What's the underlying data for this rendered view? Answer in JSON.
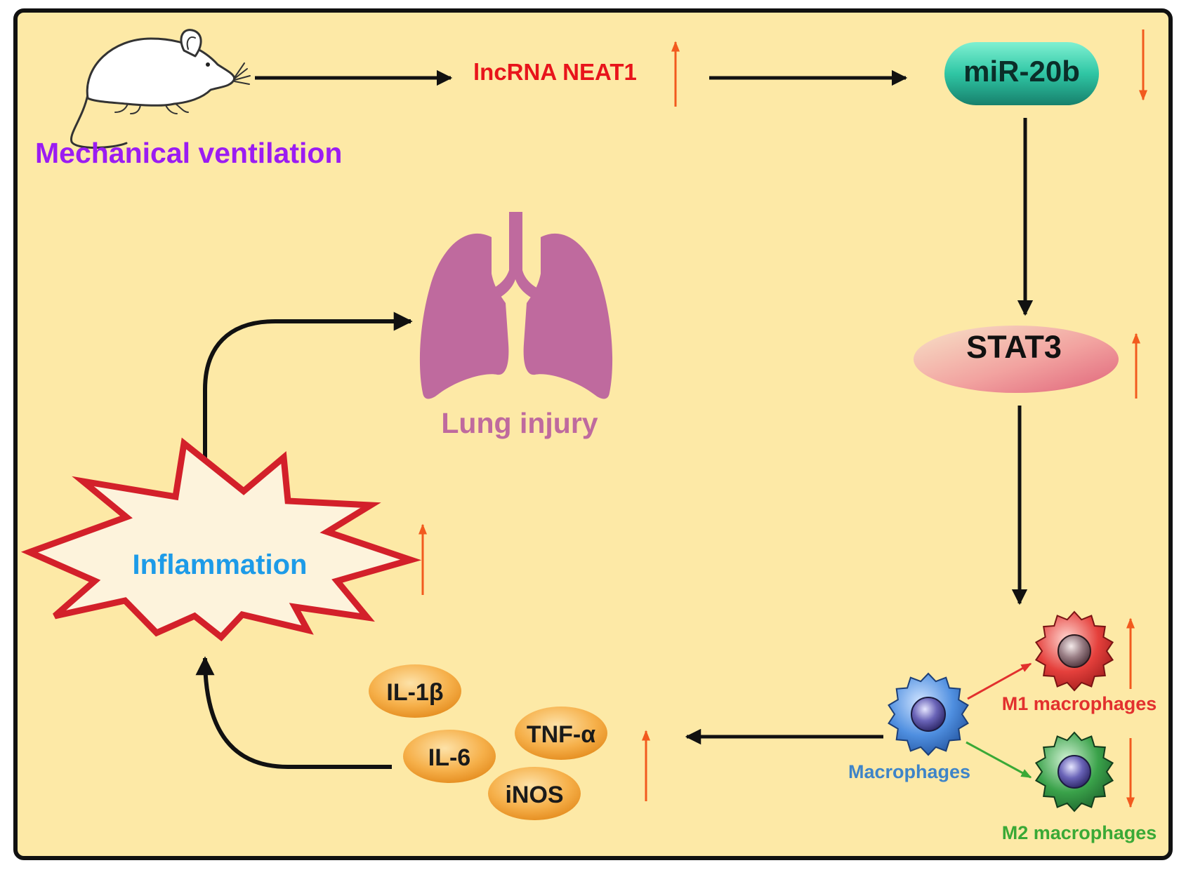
{
  "labels": {
    "mechanical_ventilation": "Mechanical ventilation",
    "lncrna": "lncRNA NEAT1",
    "mirna": "miR-20b",
    "stat3": "STAT3",
    "lung_injury": "Lung injury",
    "inflammation": "Inflammation",
    "macrophages": "Macrophages",
    "m1": "M1 macrophages",
    "m2": "M2 macrophages",
    "il1b": "IL-1β",
    "il6": "IL-6",
    "tnfa": "TNF-α",
    "inos": "iNOS"
  },
  "regulation": {
    "lncrna": "up",
    "mirna": "down",
    "stat3": "up",
    "inflammation": "up",
    "cytokines": "up",
    "m1": "up",
    "m2": "down"
  },
  "colors": {
    "background": "#fde9a6",
    "border": "#111111",
    "mechanical_ventilation": "#9b1cf2",
    "lncrna": "#e8141b",
    "lung": "#bf6a9e",
    "inflammation_text": "#1d9be8",
    "inflammation_star_fill": "#fdf3dc",
    "inflammation_star_stroke": "#d3202a",
    "regulation_arrow": "#f25a1e",
    "macrophages_text": "#3e84c8",
    "m1_text": "#e2302e",
    "m2_text": "#3aa936",
    "m1_cell": "#e5403c",
    "m2_cell": "#2e8b3e",
    "macrophage_cell": "#2f6fc4",
    "mirna_pill": "#2fc6a4",
    "stat3_ellipse": "#f0828c",
    "cytokine_ellipse": "#f5a63a"
  }
}
